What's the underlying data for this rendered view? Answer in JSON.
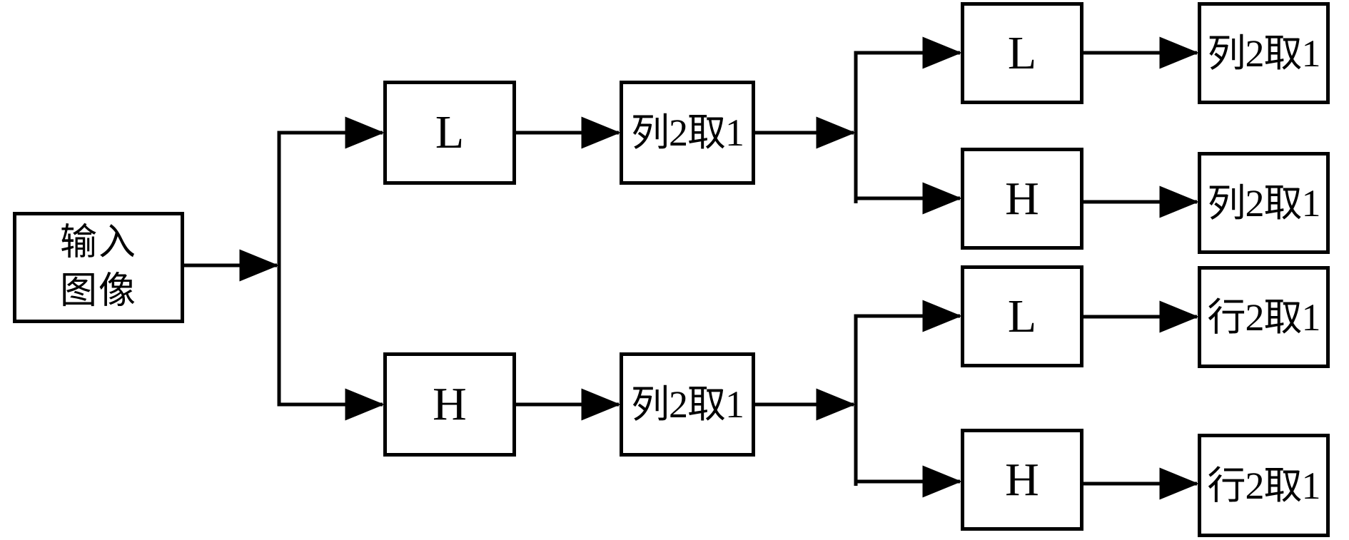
{
  "diagram": {
    "colors": {
      "line": "#000000",
      "background": "#ffffff",
      "box_fill": "#ffffff"
    },
    "nodes": {
      "input_line1": "输入",
      "input_line2": "图像",
      "l1_low": "L",
      "l1_high": "H",
      "l1_low_downsample": "列2取1",
      "l1_high_downsample": "列2取1",
      "l2_ll": "L",
      "l2_lh": "H",
      "l2_hl": "L",
      "l2_hh": "H",
      "out_ll": "列2取1",
      "out_lh": "列2取1",
      "out_hl": "行2取1",
      "out_hh": "行2取1"
    }
  }
}
